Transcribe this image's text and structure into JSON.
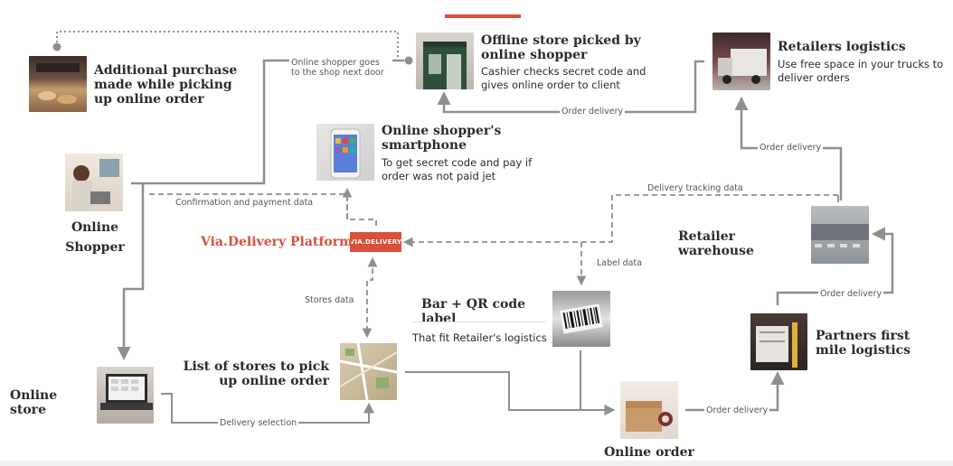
{
  "colors": {
    "accent": "#d9503b",
    "connector": "#8f8f8f",
    "text": "#2b2b2b"
  },
  "nodes": {
    "additional_purchase": {
      "title": "Additional purchase made while picking up online order",
      "icon": "bakery-photo"
    },
    "offline_store": {
      "title": "Offline store picked by online shopper",
      "desc": "Cashier checks secret code and gives online order to client",
      "icon": "storefront-photo"
    },
    "retailers_logistics": {
      "title": "Retailers logistics",
      "desc": "Use free space in your trucks to deliver orders",
      "icon": "truck-photo"
    },
    "online_shopper": {
      "title": "Online Shopper",
      "icon": "shopper-photo"
    },
    "smartphone": {
      "title": "Online shopper's smartphone",
      "desc": "To get secret code and pay if order was not paid jet",
      "icon": "smartphone-photo"
    },
    "platform": {
      "title": "Via.Delivery Platform",
      "logo_text": "VIA.DELIVERY"
    },
    "retailer_warehouse": {
      "title": "Retailer warehouse",
      "icon": "warehouse-photo"
    },
    "label": {
      "title": "Bar + QR code label",
      "desc": "That fit Retailer's logistics",
      "icon": "barcode-photo"
    },
    "partners_logistics": {
      "title": "Partners first mile logistics",
      "icon": "loading-dock-photo"
    },
    "store_list": {
      "title": "List of stores to pick up online order",
      "icon": "map-photo"
    },
    "online_store": {
      "title": "Online store",
      "icon": "laptop-photo"
    },
    "online_order": {
      "title": "Online order",
      "icon": "parcel-photo"
    }
  },
  "edges": {
    "goes_next_door": "Online shopper goes to the shop next door",
    "order_delivery_top": "Order delivery",
    "order_delivery_right": "Order delivery",
    "delivery_tracking": "Delivery tracking data",
    "confirmation_payment": "Confirmation and payment data",
    "label_data": "Label data",
    "stores_data": "Stores data",
    "order_delivery_warehouse": "Order delivery",
    "order_delivery_bottom": "Order delivery",
    "delivery_selection": "Delivery selection"
  }
}
